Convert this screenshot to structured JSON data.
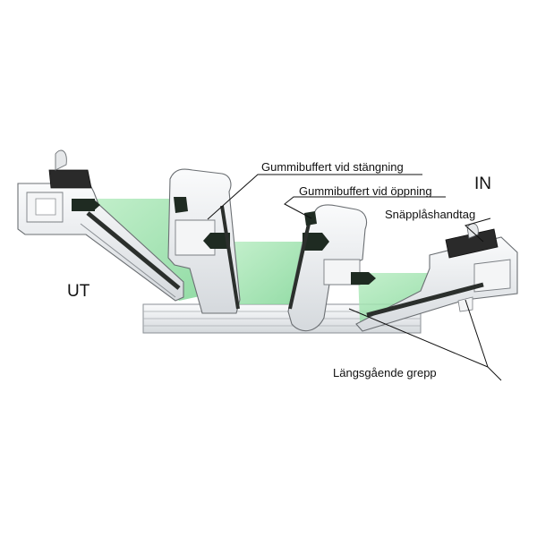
{
  "labels": {
    "outside": "UT",
    "inside": "IN",
    "bumper_closing": "Gummibuffert vid stängning",
    "bumper_opening": "Gummibuffert vid öppning",
    "snap_handle": "Snäpplåshandtag",
    "grips": "Längsgående grepp"
  },
  "colors": {
    "glass": "#8fdfa0",
    "profile": "#e9ecef",
    "profile_edge": "#6b6f73",
    "seal": "#1f2b22",
    "handle": "#2a2a2a",
    "leader": "#111111"
  }
}
